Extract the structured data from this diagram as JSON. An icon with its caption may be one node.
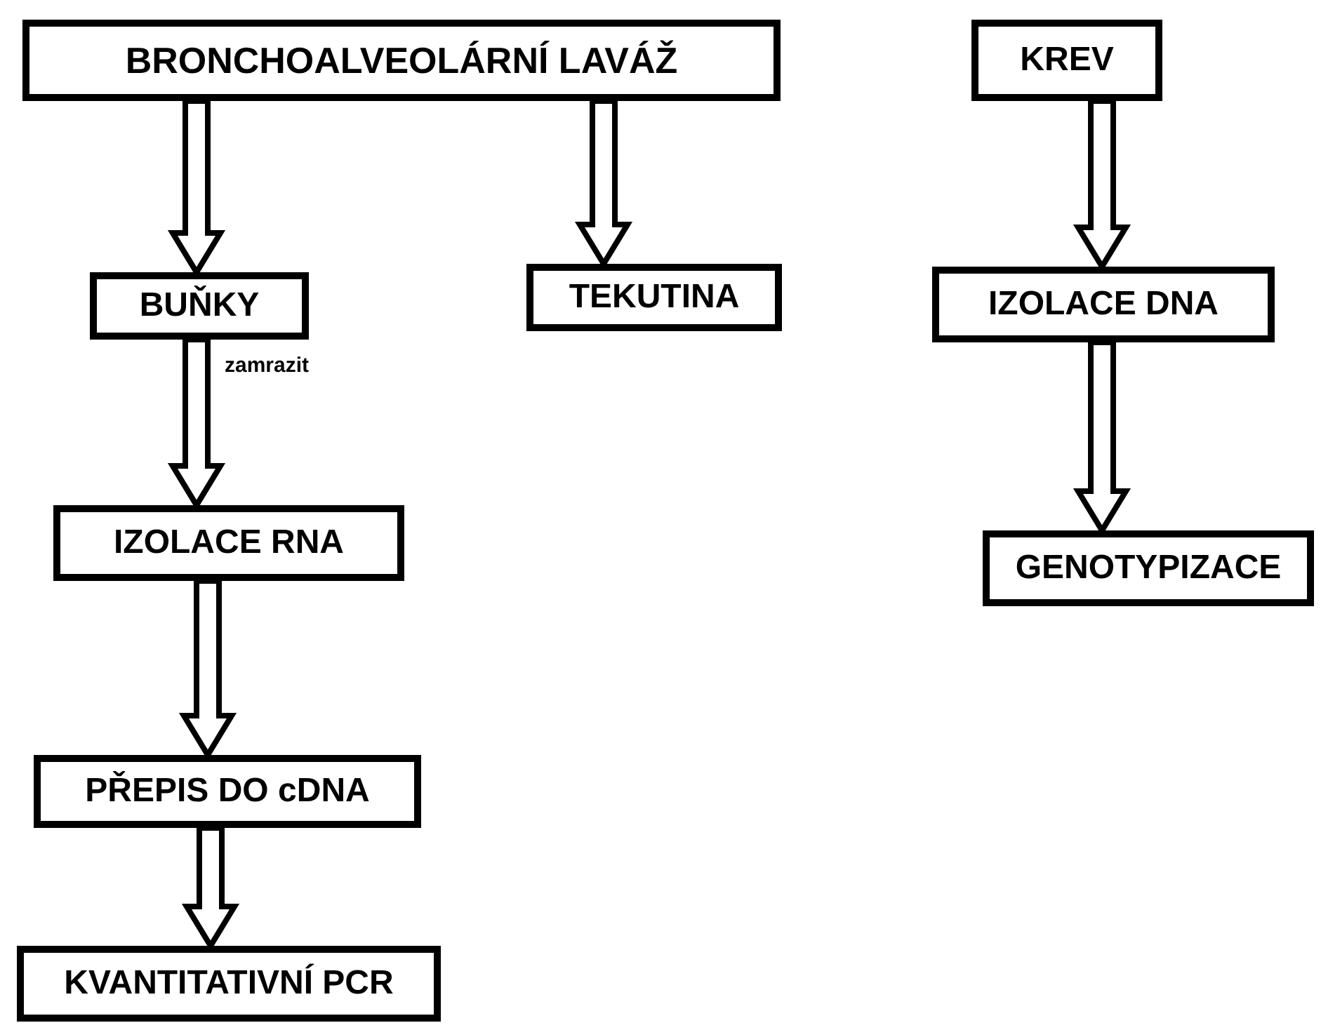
{
  "diagram": {
    "nodes": [
      {
        "text": [
          "BRONCHOALVEOLÁRNÍ LAVÁŽ"
        ]
      },
      {
        "text": [
          "BUŇKY"
        ],
        "beside": [
          "zamrazit"
        ]
      },
      {
        "text": [
          "TEKUTINA"
        ]
      },
      {
        "text": [
          "IZOLACE RNA"
        ]
      },
      {
        "text": [
          "PŘEPIS DO cDNA"
        ]
      },
      {
        "text": [
          "KVANTITATIVNÍ PCR"
        ]
      },
      {
        "text": [
          "KREV"
        ]
      },
      {
        "text": [
          "IZOLACE DNA"
        ]
      },
      {
        "text": [
          "GENOTYPIZACE"
        ]
      }
    ],
    "edges": [
      {
        "from": 0,
        "to": 1,
        "arrow": "to"
      },
      {
        "from": 0,
        "to": 2,
        "arrow": "to"
      },
      {
        "from": 1,
        "to": 3,
        "arrow": "to"
      },
      {
        "from": 3,
        "to": 4,
        "arrow": "to"
      },
      {
        "from": 4,
        "to": 5,
        "arrow": "to"
      },
      {
        "from": 6,
        "to": 7,
        "arrow": "to"
      },
      {
        "from": 7,
        "to": 8,
        "arrow": "to"
      }
    ]
  }
}
